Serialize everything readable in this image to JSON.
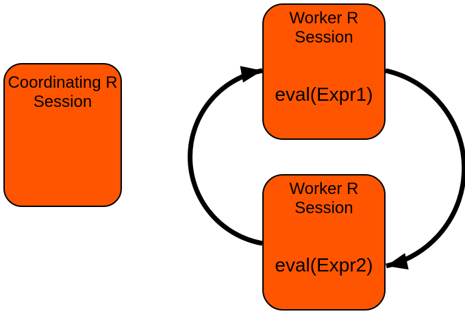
{
  "colors": {
    "background": "#ffffff",
    "node_fill": "#ff5500",
    "node_border": "#000000",
    "arrow": "#000000"
  },
  "nodes": {
    "coordinating": {
      "label": "Coordinating R Session"
    },
    "worker1": {
      "label": "Worker R Session",
      "code": "eval(Expr1)"
    },
    "worker2": {
      "label": "Worker R Session",
      "code": "eval(Expr2)"
    }
  },
  "arrows": [
    {
      "from": "worker2",
      "to": "worker1",
      "side": "left",
      "style": "curved"
    },
    {
      "from": "worker1",
      "to": "worker2",
      "side": "right",
      "style": "curved"
    }
  ]
}
